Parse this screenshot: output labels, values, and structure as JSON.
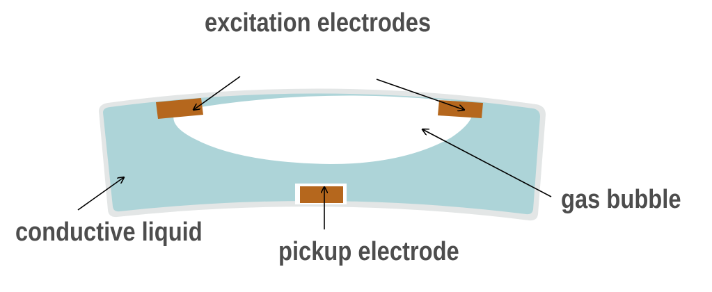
{
  "labels": {
    "excitation": "excitation electrodes",
    "gas_bubble": "gas bubble",
    "conductive_liquid": "conductive liquid",
    "pickup": "pickup electrode"
  },
  "colors": {
    "liquid": "#add4d8",
    "outline": "#e3e6e6",
    "bubble": "#ffffff",
    "electrode": "#b5671d",
    "arrow": "#000000",
    "text": "#4d4d4d"
  }
}
